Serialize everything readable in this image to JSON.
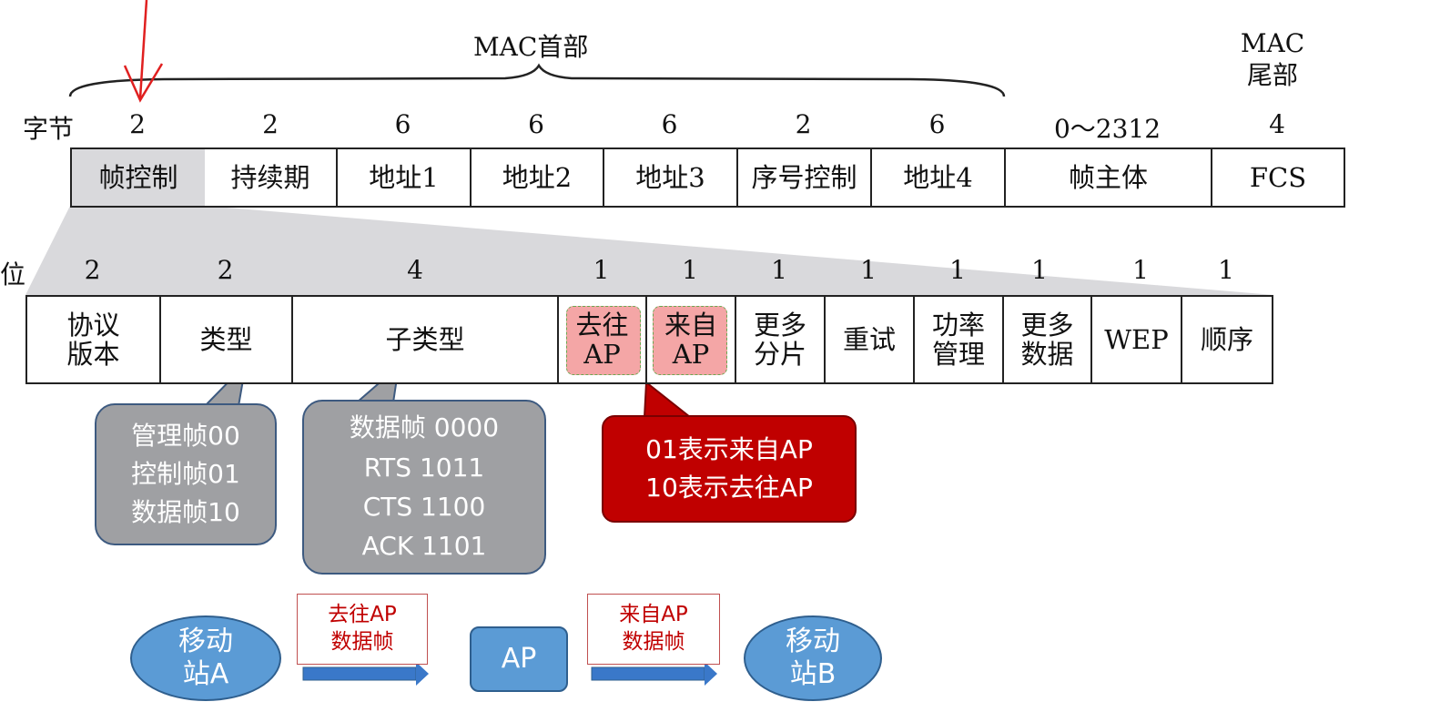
{
  "header": {
    "mac_header": "MAC首部",
    "mac_trailer_l1": "MAC",
    "mac_trailer_l2": "尾部",
    "byte_label": "字节",
    "bit_label": "位"
  },
  "frame_fields": [
    {
      "label": "帧控制",
      "bytes": "2"
    },
    {
      "label": "持续期",
      "bytes": "2"
    },
    {
      "label": "地址1",
      "bytes": "6"
    },
    {
      "label": "地址2",
      "bytes": "6"
    },
    {
      "label": "地址3",
      "bytes": "6"
    },
    {
      "label": "序号控制",
      "bytes": "2"
    },
    {
      "label": "地址4",
      "bytes": "6"
    },
    {
      "label": "帧主体",
      "bytes": "0～2312"
    },
    {
      "label": "FCS",
      "bytes": "4"
    }
  ],
  "control_fields": [
    {
      "l1": "协议",
      "l2": "版本",
      "bits": "2"
    },
    {
      "l1": "类型",
      "l2": "",
      "bits": "2"
    },
    {
      "l1": "子类型",
      "l2": "",
      "bits": "4"
    },
    {
      "l1": "去往",
      "l2": "AP",
      "bits": "1"
    },
    {
      "l1": "来自",
      "l2": "AP",
      "bits": "1"
    },
    {
      "l1": "更多",
      "l2": "分片",
      "bits": "1"
    },
    {
      "l1": "重试",
      "l2": "",
      "bits": "1"
    },
    {
      "l1": "功率",
      "l2": "管理",
      "bits": "1"
    },
    {
      "l1": "更多",
      "l2": "数据",
      "bits": "1"
    },
    {
      "l1": "WEP",
      "l2": "",
      "bits": "1"
    },
    {
      "l1": "顺序",
      "l2": "",
      "bits": "1"
    }
  ],
  "callouts": {
    "type": [
      "管理帧00",
      "控制帧01",
      "数据帧10"
    ],
    "subtype": [
      "数据帧 0000",
      "RTS 1011",
      "CTS 1100",
      "ACK 1101"
    ],
    "ds": [
      "01表示来自AP",
      "10表示去往AP"
    ]
  },
  "flow": {
    "station_a": [
      "移动",
      "站A"
    ],
    "to_ap": [
      "去往AP",
      "数据帧"
    ],
    "ap": "AP",
    "from_ap": [
      "来自AP",
      "数据帧"
    ],
    "station_b": [
      "移动",
      "站B"
    ]
  },
  "colors": {
    "highlight_fill": "#f4a6a6",
    "callout_red": "#c00000",
    "callout_gray": "#9fa0a3",
    "node_blue": "#5b9bd5",
    "arrow_red": "#e02020"
  }
}
